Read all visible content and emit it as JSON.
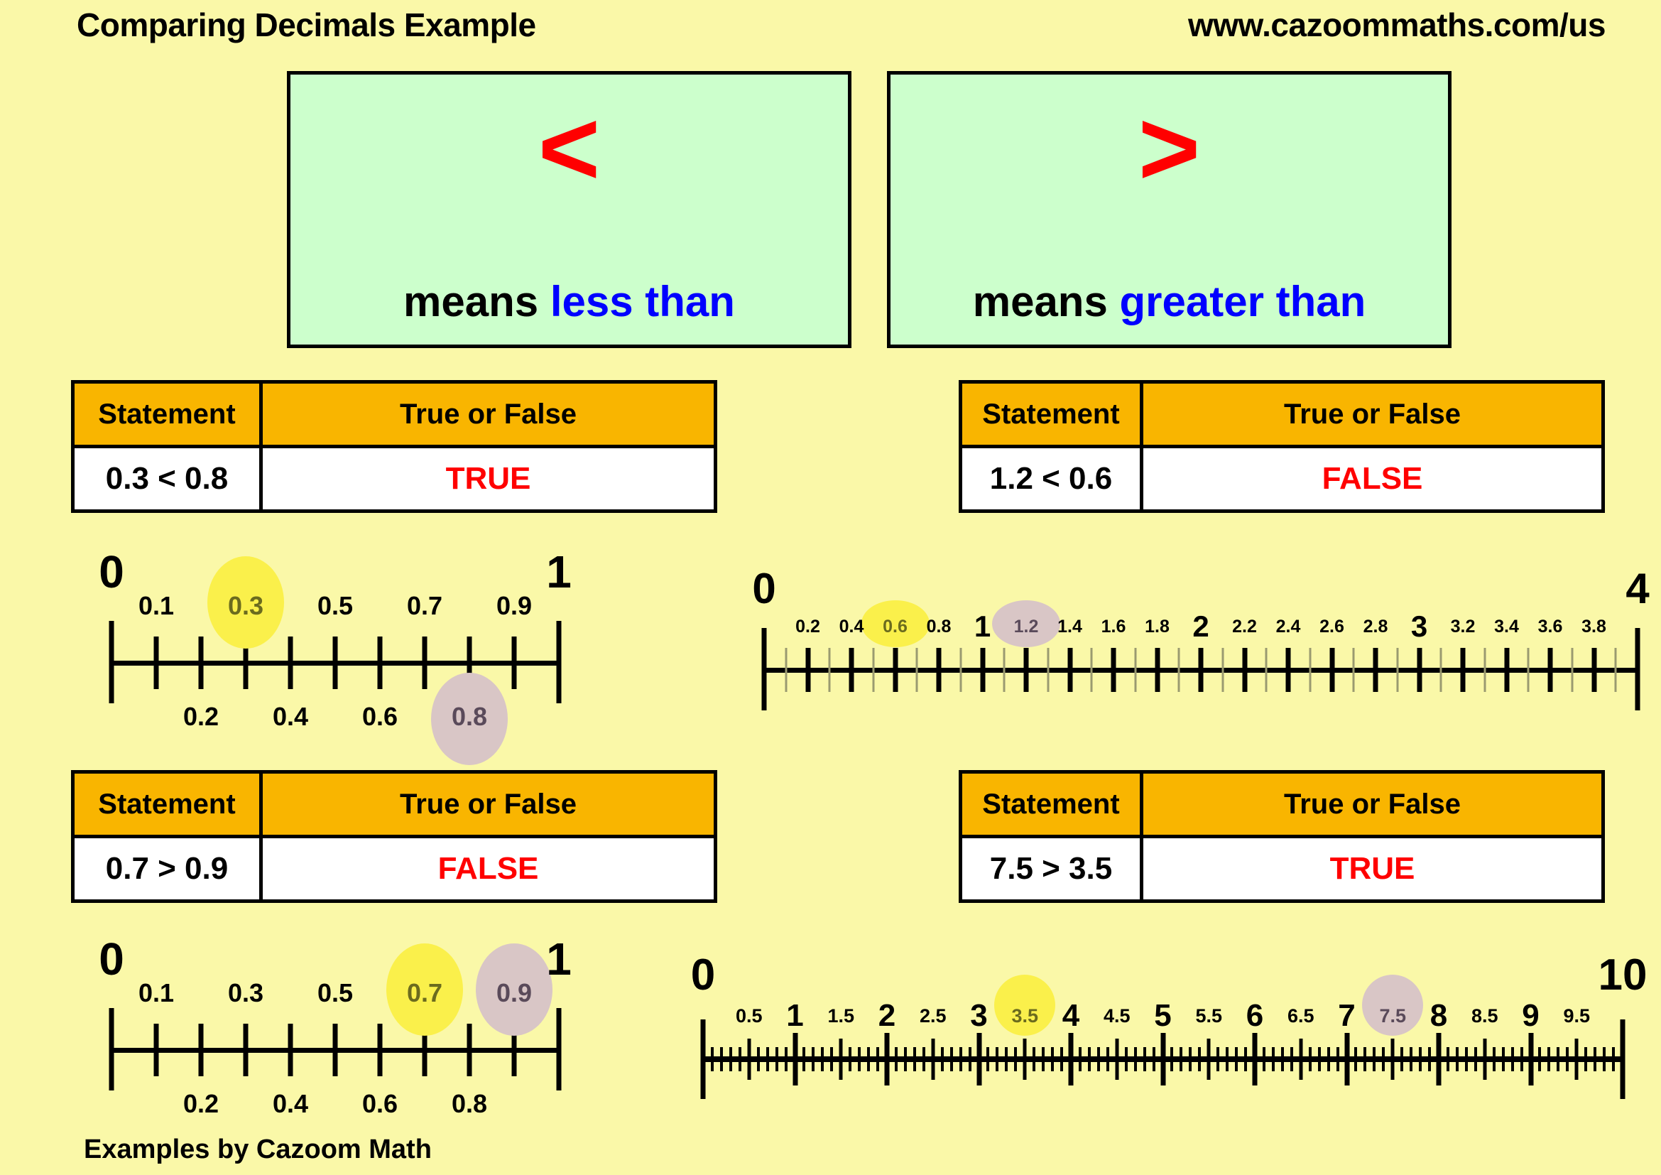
{
  "header": {
    "title": "Comparing Decimals Example",
    "url": "www.cazoommaths.com/us"
  },
  "definitions": [
    {
      "symbol": "<",
      "prefix": "means ",
      "phrase": "less than",
      "symbol_color": "#FF0000",
      "phrase_color": "#0000FF",
      "box_color": "#CCFFCC"
    },
    {
      "symbol": ">",
      "prefix": "means ",
      "phrase": "greater than",
      "symbol_color": "#FF0000",
      "phrase_color": "#0000FF",
      "box_color": "#CCFFCC"
    }
  ],
  "tables": [
    {
      "headers": [
        "Statement",
        "True or False"
      ],
      "statement": "0.3 < 0.8",
      "verdict": "TRUE",
      "verdict_color": "#FF0000",
      "header_color": "#F9B500"
    },
    {
      "headers": [
        "Statement",
        "True or False"
      ],
      "statement": "1.2 < 0.6",
      "verdict": "FALSE",
      "verdict_color": "#FF0000",
      "header_color": "#F9B500"
    },
    {
      "headers": [
        "Statement",
        "True or False"
      ],
      "statement": "0.7 > 0.9",
      "verdict": "FALSE",
      "verdict_color": "#FF0000",
      "header_color": "#F9B500"
    },
    {
      "headers": [
        "Statement",
        "True or False"
      ],
      "statement": "7.5 > 3.5",
      "verdict": "TRUE",
      "verdict_color": "#FF0000",
      "header_color": "#F9B500"
    }
  ],
  "chart_data": [
    {
      "type": "numberline",
      "id": "numline-0-to-1-a",
      "title": "Number line 0 to 1 for 0.3 < 0.8",
      "min": 0,
      "max": 1,
      "tick_step": 0.1,
      "start_label": "0",
      "end_label": "1",
      "labels_above": [
        "0.1",
        "0.3",
        "0.5",
        "0.7",
        "0.9"
      ],
      "values_above": [
        0.1,
        0.3,
        0.5,
        0.7,
        0.9
      ],
      "labels_below": [
        "0.2",
        "0.4",
        "0.6",
        "0.8"
      ],
      "values_below": [
        0.2,
        0.4,
        0.6,
        0.8
      ],
      "highlights": [
        {
          "value": 0.3,
          "label": "0.3",
          "position": "above",
          "color": "#FAF04B",
          "text_color": "#6B6B1E"
        },
        {
          "value": 0.8,
          "label": "0.8",
          "position": "below",
          "color": "#D9C6C6",
          "text_color": "#5A4A5A"
        }
      ]
    },
    {
      "type": "numberline",
      "id": "numline-0-to-4",
      "title": "Number line 0 to 4 for 1.2 < 0.6",
      "min": 0,
      "max": 4,
      "tick_step": 0.2,
      "minor_step": 0.1,
      "start_label": "0",
      "end_label": "4",
      "labels_above": [
        "0.2",
        "0.4",
        "0.6",
        "0.8",
        "1",
        "1.2",
        "1.4",
        "1.6",
        "1.8",
        "2",
        "2.2",
        "2.4",
        "2.6",
        "2.8",
        "3",
        "3.2",
        "3.4",
        "3.6",
        "3.8"
      ],
      "values_above": [
        0.2,
        0.4,
        0.6,
        0.8,
        1,
        1.2,
        1.4,
        1.6,
        1.8,
        2,
        2.2,
        2.4,
        2.6,
        2.8,
        3,
        3.2,
        3.4,
        3.6,
        3.8
      ],
      "major_labels": [
        "1",
        "2",
        "3"
      ],
      "highlights": [
        {
          "value": 0.6,
          "label": "0.6",
          "position": "above",
          "color": "#FAF04B",
          "text_color": "#6B6B1E"
        },
        {
          "value": 1.2,
          "label": "1.2",
          "position": "above",
          "color": "#D9C6C6",
          "text_color": "#5A4A5A"
        }
      ]
    },
    {
      "type": "numberline",
      "id": "numline-0-to-1-b",
      "title": "Number line 0 to 1 for 0.7 > 0.9",
      "min": 0,
      "max": 1,
      "tick_step": 0.1,
      "start_label": "0",
      "end_label": "1",
      "labels_above": [
        "0.1",
        "0.3",
        "0.5",
        "0.7",
        "0.9"
      ],
      "values_above": [
        0.1,
        0.3,
        0.5,
        0.7,
        0.9
      ],
      "labels_below": [
        "0.2",
        "0.4",
        "0.6",
        "0.8"
      ],
      "values_below": [
        0.2,
        0.4,
        0.6,
        0.8
      ],
      "highlights": [
        {
          "value": 0.7,
          "label": "0.7",
          "position": "above",
          "color": "#FAF04B",
          "text_color": "#6B6B1E"
        },
        {
          "value": 0.9,
          "label": "0.9",
          "position": "above",
          "color": "#D9C6C6",
          "text_color": "#5A4A5A"
        }
      ]
    },
    {
      "type": "numberline",
      "id": "numline-0-to-10",
      "title": "Number line 0 to 10 for 7.5 > 3.5",
      "min": 0,
      "max": 10,
      "tick_step": 0.5,
      "minor_step": 0.1,
      "start_label": "0",
      "end_label": "10",
      "labels_above": [
        "0.5",
        "1",
        "1.5",
        "2",
        "2.5",
        "3",
        "3.5",
        "4",
        "4.5",
        "5",
        "5.5",
        "6",
        "6.5",
        "7",
        "7.5",
        "8",
        "8.5",
        "9",
        "9.5"
      ],
      "values_above": [
        0.5,
        1,
        1.5,
        2,
        2.5,
        3,
        3.5,
        4,
        4.5,
        5,
        5.5,
        6,
        6.5,
        7,
        7.5,
        8,
        8.5,
        9,
        9.5
      ],
      "major_labels": [
        "1",
        "2",
        "3",
        "4",
        "5",
        "6",
        "7",
        "8",
        "9"
      ],
      "highlights": [
        {
          "value": 3.5,
          "label": "3.5",
          "position": "above",
          "color": "#FAF04B",
          "text_color": "#6B6B1E"
        },
        {
          "value": 7.5,
          "label": "7.5",
          "position": "above",
          "color": "#D9C6C6",
          "text_color": "#5A4A5A"
        }
      ]
    }
  ],
  "footer": {
    "credit": "Examples by Cazoom Math"
  },
  "colors": {
    "background": "#FAF8A8",
    "definition_box": "#CCFFCC",
    "table_header": "#F9B500",
    "accent_red": "#FF0000",
    "accent_blue": "#0000FF",
    "highlight_yellow": "#FAF04B",
    "highlight_mauve": "#D9C6C6"
  }
}
